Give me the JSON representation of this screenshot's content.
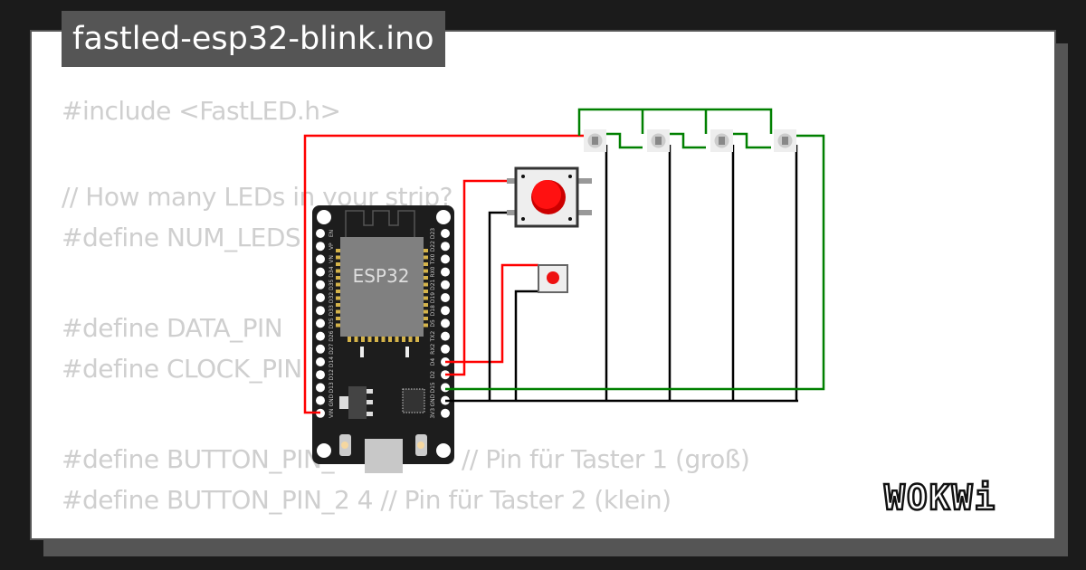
{
  "title": "fastled-esp32-blink.ino",
  "code_lines": [
    "#include <FastLED.h>",
    "// How many LEDs in your strip?",
    "#define NUM_LEDS",
    "#define DATA_PIN",
    "#define CLOCK_PIN",
    "#define BUTTON_PIN_",
    "// Pin für Taster 1 (groß)",
    "#define BUTTON_PIN_2 4 // Pin für Taster 2 (klein)"
  ],
  "board": {
    "chip_label": "ESP32",
    "left_pins": [
      "EN",
      "VP",
      "VN",
      "D34",
      "D35",
      "D32",
      "D33",
      "D25",
      "D26",
      "D27",
      "D14",
      "D12",
      "D13",
      "GND",
      "VIN"
    ],
    "right_pins": [
      "D23",
      "D22",
      "TX0",
      "RX0",
      "D21",
      "D19",
      "D18",
      "D5",
      "TX2",
      "RX2",
      "D4",
      "D2",
      "D15",
      "GND",
      "3V3"
    ]
  },
  "logo": "WOKWi",
  "colors": {
    "wire_power": "#ff0000",
    "wire_data": "#008000",
    "wire_gnd": "#000000",
    "button": "#ee1111",
    "board": "#1d1d1d",
    "chip": "#808080",
    "frame": "#555555"
  }
}
